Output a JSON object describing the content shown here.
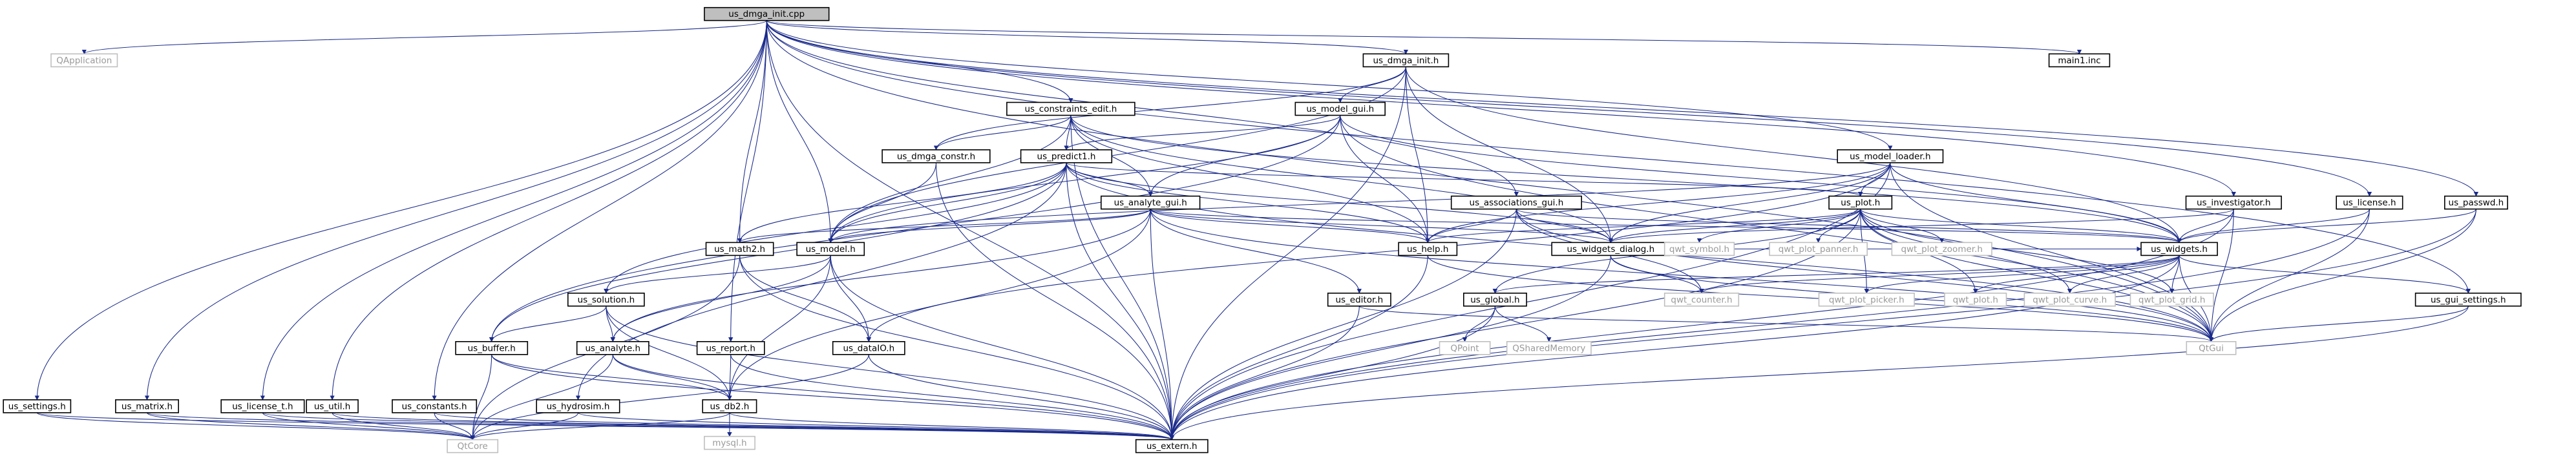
{
  "graph": {
    "root": "us_dmga_init.cpp",
    "nodes": [
      {
        "id": "root",
        "label": "us_dmga_init.cpp",
        "kind": "root"
      },
      {
        "id": "qapp",
        "label": "QApplication",
        "kind": "external"
      },
      {
        "id": "dmgainit_h",
        "label": "us_dmga_init.h",
        "kind": "file"
      },
      {
        "id": "main1",
        "label": "main1.inc",
        "kind": "file"
      },
      {
        "id": "cedit",
        "label": "us_constraints_edit.h",
        "kind": "file"
      },
      {
        "id": "mgui",
        "label": "us_model_gui.h",
        "kind": "file"
      },
      {
        "id": "dconstr",
        "label": "us_dmga_constr.h",
        "kind": "file"
      },
      {
        "id": "pred",
        "label": "us_predict1.h",
        "kind": "file"
      },
      {
        "id": "mloader",
        "label": "us_model_loader.h",
        "kind": "file"
      },
      {
        "id": "agui",
        "label": "us_analyte_gui.h",
        "kind": "file"
      },
      {
        "id": "assoc",
        "label": "us_associations_gui.h",
        "kind": "file"
      },
      {
        "id": "plot",
        "label": "us_plot.h",
        "kind": "file"
      },
      {
        "id": "invest",
        "label": "us_investigator.h",
        "kind": "file"
      },
      {
        "id": "lic",
        "label": "us_license.h",
        "kind": "file"
      },
      {
        "id": "passwd",
        "label": "us_passwd.h",
        "kind": "file"
      },
      {
        "id": "math2",
        "label": "us_math2.h",
        "kind": "file"
      },
      {
        "id": "model",
        "label": "us_model.h",
        "kind": "file"
      },
      {
        "id": "help",
        "label": "us_help.h",
        "kind": "file"
      },
      {
        "id": "wdialog",
        "label": "us_widgets_dialog.h",
        "kind": "file"
      },
      {
        "id": "qsym",
        "label": "qwt_symbol.h",
        "kind": "external"
      },
      {
        "id": "qpan",
        "label": "qwt_plot_panner.h",
        "kind": "external"
      },
      {
        "id": "qzoom",
        "label": "qwt_plot_zoomer.h",
        "kind": "external"
      },
      {
        "id": "widgets",
        "label": "us_widgets.h",
        "kind": "file"
      },
      {
        "id": "solution",
        "label": "us_solution.h",
        "kind": "file"
      },
      {
        "id": "editor",
        "label": "us_editor.h",
        "kind": "file"
      },
      {
        "id": "global",
        "label": "us_global.h",
        "kind": "file"
      },
      {
        "id": "qcount",
        "label": "qwt_counter.h",
        "kind": "external"
      },
      {
        "id": "qpick",
        "label": "qwt_plot_picker.h",
        "kind": "external"
      },
      {
        "id": "qploth",
        "label": "qwt_plot.h",
        "kind": "external"
      },
      {
        "id": "qcurve",
        "label": "qwt_plot_curve.h",
        "kind": "external"
      },
      {
        "id": "qgrid",
        "label": "qwt_plot_grid.h",
        "kind": "external"
      },
      {
        "id": "gsettings",
        "label": "us_gui_settings.h",
        "kind": "file"
      },
      {
        "id": "buffer",
        "label": "us_buffer.h",
        "kind": "file"
      },
      {
        "id": "analyte",
        "label": "us_analyte.h",
        "kind": "file"
      },
      {
        "id": "report",
        "label": "us_report.h",
        "kind": "file"
      },
      {
        "id": "dataio",
        "label": "us_dataIO.h",
        "kind": "file"
      },
      {
        "id": "qpoint",
        "label": "QPoint",
        "kind": "external"
      },
      {
        "id": "qshm",
        "label": "QSharedMemory",
        "kind": "external"
      },
      {
        "id": "qtgui",
        "label": "QtGui",
        "kind": "external"
      },
      {
        "id": "settings",
        "label": "us_settings.h",
        "kind": "file"
      },
      {
        "id": "matrix",
        "label": "us_matrix.h",
        "kind": "file"
      },
      {
        "id": "lict",
        "label": "us_license_t.h",
        "kind": "file"
      },
      {
        "id": "util",
        "label": "us_util.h",
        "kind": "file"
      },
      {
        "id": "consts",
        "label": "us_constants.h",
        "kind": "file"
      },
      {
        "id": "hydro",
        "label": "us_hydrosim.h",
        "kind": "file"
      },
      {
        "id": "db2",
        "label": "us_db2.h",
        "kind": "file"
      },
      {
        "id": "mysql",
        "label": "mysql.h",
        "kind": "external"
      },
      {
        "id": "qtcore",
        "label": "QtCore",
        "kind": "external"
      },
      {
        "id": "extern",
        "label": "us_extern.h",
        "kind": "file"
      }
    ],
    "edges": [
      [
        "root",
        "qapp"
      ],
      [
        "root",
        "dmgainit_h"
      ],
      [
        "root",
        "main1"
      ],
      [
        "root",
        "cedit"
      ],
      [
        "root",
        "settings"
      ],
      [
        "root",
        "matrix"
      ],
      [
        "root",
        "lict"
      ],
      [
        "root",
        "util"
      ],
      [
        "root",
        "consts"
      ],
      [
        "root",
        "report"
      ],
      [
        "root",
        "model"
      ],
      [
        "root",
        "math2"
      ],
      [
        "root",
        "assoc"
      ],
      [
        "root",
        "invest"
      ],
      [
        "root",
        "lic"
      ],
      [
        "root",
        "passwd"
      ],
      [
        "root",
        "gsettings"
      ],
      [
        "root",
        "qtgui"
      ],
      [
        "root",
        "extern"
      ],
      [
        "root",
        "mloader"
      ],
      [
        "dmgainit_h",
        "mgui"
      ],
      [
        "dmgainit_h",
        "dconstr"
      ],
      [
        "dmgainit_h",
        "help"
      ],
      [
        "dmgainit_h",
        "wdialog"
      ],
      [
        "dmgainit_h",
        "widgets"
      ],
      [
        "dmgainit_h",
        "model"
      ],
      [
        "dmgainit_h",
        "extern"
      ],
      [
        "cedit",
        "dconstr"
      ],
      [
        "cedit",
        "pred"
      ],
      [
        "cedit",
        "agui"
      ],
      [
        "cedit",
        "help"
      ],
      [
        "cedit",
        "wdialog"
      ],
      [
        "cedit",
        "widgets"
      ],
      [
        "cedit",
        "model"
      ],
      [
        "cedit",
        "extern"
      ],
      [
        "mgui",
        "pred"
      ],
      [
        "mgui",
        "agui"
      ],
      [
        "mgui",
        "help"
      ],
      [
        "mgui",
        "widgets"
      ],
      [
        "mgui",
        "model"
      ],
      [
        "mgui",
        "buffer"
      ],
      [
        "mgui",
        "qtgui"
      ],
      [
        "dconstr",
        "model"
      ],
      [
        "dconstr",
        "extern"
      ],
      [
        "pred",
        "agui"
      ],
      [
        "pred",
        "plot"
      ],
      [
        "pred",
        "help"
      ],
      [
        "pred",
        "wdialog"
      ],
      [
        "pred",
        "math2"
      ],
      [
        "pred",
        "model"
      ],
      [
        "pred",
        "solution"
      ],
      [
        "pred",
        "buffer"
      ],
      [
        "pred",
        "hydro"
      ],
      [
        "pred",
        "extern"
      ],
      [
        "pred",
        "qtgui"
      ],
      [
        "mloader",
        "plot"
      ],
      [
        "mloader",
        "help"
      ],
      [
        "mloader",
        "wdialog"
      ],
      [
        "mloader",
        "widgets"
      ],
      [
        "mloader",
        "model"
      ],
      [
        "mloader",
        "dataio"
      ],
      [
        "mloader",
        "qtgui"
      ],
      [
        "mloader",
        "extern"
      ],
      [
        "agui",
        "help"
      ],
      [
        "agui",
        "wdialog"
      ],
      [
        "agui",
        "widgets"
      ],
      [
        "agui",
        "math2"
      ],
      [
        "agui",
        "model"
      ],
      [
        "agui",
        "analyte"
      ],
      [
        "agui",
        "editor"
      ],
      [
        "agui",
        "db2"
      ],
      [
        "agui",
        "extern"
      ],
      [
        "agui",
        "qtgui"
      ],
      [
        "assoc",
        "help"
      ],
      [
        "assoc",
        "wdialog"
      ],
      [
        "assoc",
        "widgets"
      ],
      [
        "assoc",
        "qcount"
      ],
      [
        "assoc",
        "qtgui"
      ],
      [
        "assoc",
        "extern"
      ],
      [
        "plot",
        "qsym"
      ],
      [
        "plot",
        "qpan"
      ],
      [
        "plot",
        "qzoom"
      ],
      [
        "plot",
        "help"
      ],
      [
        "plot",
        "wdialog"
      ],
      [
        "plot",
        "widgets"
      ],
      [
        "plot",
        "qpick"
      ],
      [
        "plot",
        "qploth"
      ],
      [
        "plot",
        "qcurve"
      ],
      [
        "plot",
        "qgrid"
      ],
      [
        "plot",
        "global"
      ],
      [
        "plot",
        "qtgui"
      ],
      [
        "plot",
        "extern"
      ],
      [
        "invest",
        "widgets"
      ],
      [
        "invest",
        "wdialog"
      ],
      [
        "invest",
        "qtgui"
      ],
      [
        "invest",
        "extern"
      ],
      [
        "lic",
        "widgets"
      ],
      [
        "lic",
        "qtgui"
      ],
      [
        "lic",
        "extern"
      ],
      [
        "passwd",
        "widgets"
      ],
      [
        "passwd",
        "qtgui"
      ],
      [
        "passwd",
        "extern"
      ],
      [
        "math2",
        "qtcore"
      ],
      [
        "math2",
        "dataio"
      ],
      [
        "math2",
        "extern"
      ],
      [
        "model",
        "solution"
      ],
      [
        "model",
        "analyte"
      ],
      [
        "model",
        "db2"
      ],
      [
        "model",
        "dataio"
      ],
      [
        "model",
        "extern"
      ],
      [
        "help",
        "qtgui"
      ],
      [
        "help",
        "extern"
      ],
      [
        "wdialog",
        "widgets"
      ],
      [
        "wdialog",
        "qcount"
      ],
      [
        "wdialog",
        "qtgui"
      ],
      [
        "wdialog",
        "extern"
      ],
      [
        "widgets",
        "global"
      ],
      [
        "widgets",
        "gsettings"
      ],
      [
        "widgets",
        "qcount"
      ],
      [
        "widgets",
        "qpick"
      ],
      [
        "widgets",
        "qploth"
      ],
      [
        "widgets",
        "qcurve"
      ],
      [
        "widgets",
        "qgrid"
      ],
      [
        "widgets",
        "qtgui"
      ],
      [
        "widgets",
        "extern"
      ],
      [
        "solution",
        "buffer"
      ],
      [
        "solution",
        "analyte"
      ],
      [
        "solution",
        "db2"
      ],
      [
        "solution",
        "extern"
      ],
      [
        "editor",
        "qtgui"
      ],
      [
        "editor",
        "extern"
      ],
      [
        "global",
        "qpoint"
      ],
      [
        "global",
        "qshm"
      ],
      [
        "global",
        "extern"
      ],
      [
        "gsettings",
        "qtgui"
      ],
      [
        "gsettings",
        "extern"
      ],
      [
        "buffer",
        "db2"
      ],
      [
        "buffer",
        "qtcore"
      ],
      [
        "buffer",
        "extern"
      ],
      [
        "analyte",
        "db2"
      ],
      [
        "analyte",
        "qtcore"
      ],
      [
        "analyte",
        "extern"
      ],
      [
        "report",
        "db2"
      ],
      [
        "report",
        "extern"
      ],
      [
        "dataio",
        "qtcore"
      ],
      [
        "dataio",
        "extern"
      ],
      [
        "db2",
        "mysql"
      ],
      [
        "db2",
        "qtcore"
      ],
      [
        "db2",
        "extern"
      ],
      [
        "settings",
        "qtcore"
      ],
      [
        "settings",
        "extern"
      ],
      [
        "matrix",
        "qtcore"
      ],
      [
        "matrix",
        "extern"
      ],
      [
        "lict",
        "qtcore"
      ],
      [
        "lict",
        "extern"
      ],
      [
        "util",
        "qtcore"
      ],
      [
        "util",
        "extern"
      ],
      [
        "consts",
        "qtcore"
      ],
      [
        "consts",
        "extern"
      ],
      [
        "hydro",
        "qtcore"
      ],
      [
        "hydro",
        "extern"
      ]
    ]
  }
}
